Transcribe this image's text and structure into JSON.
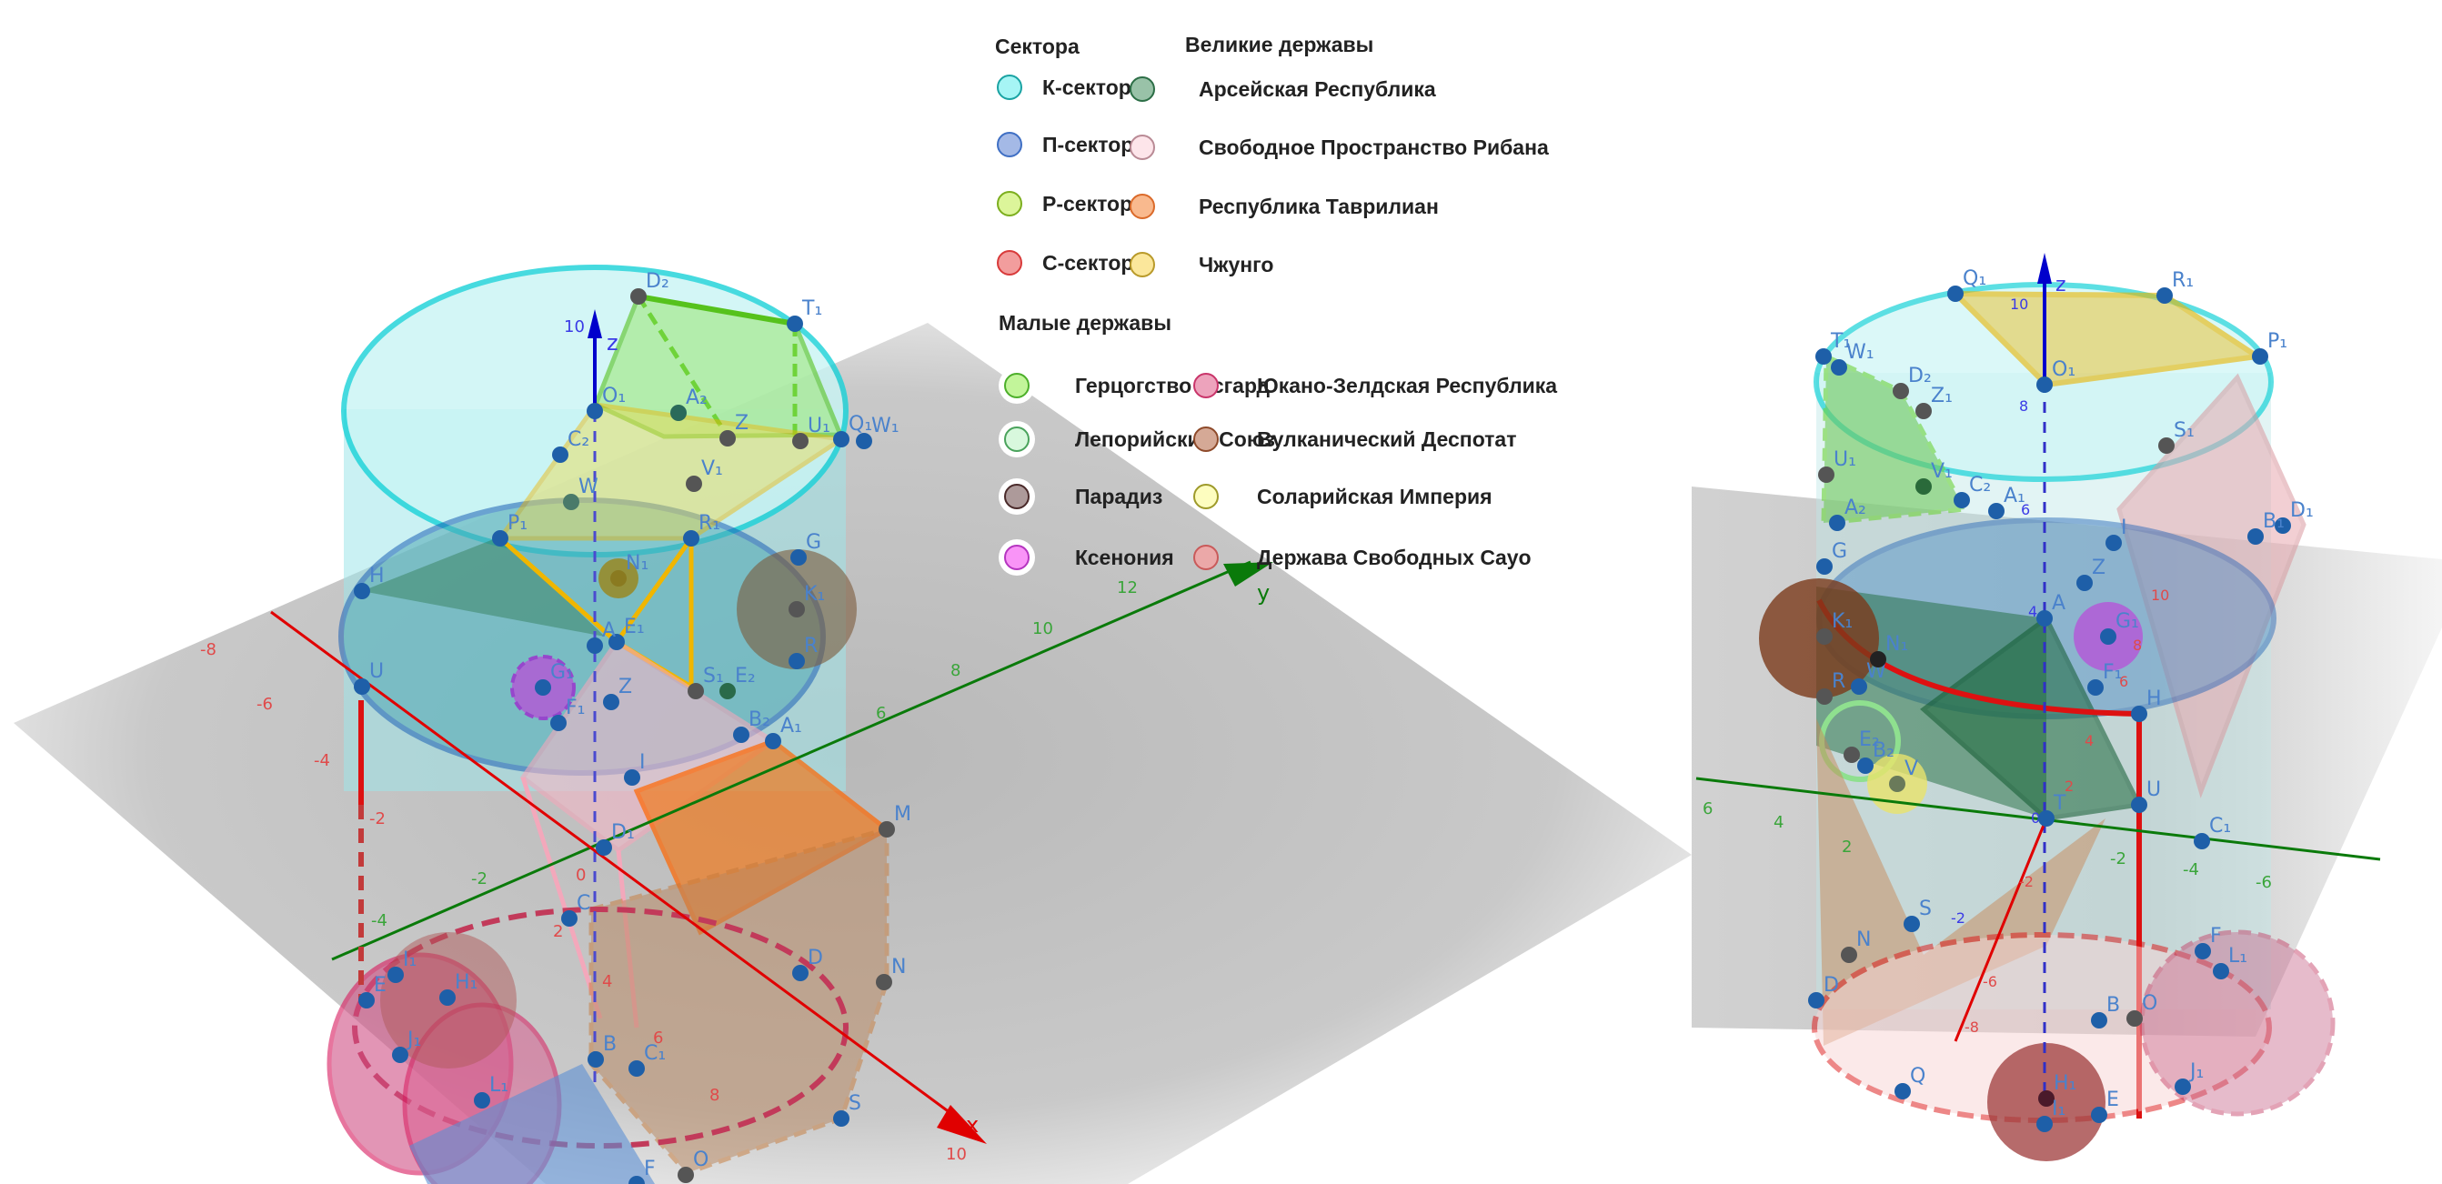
{
  "legend": {
    "sectors": {
      "title": "Сектора",
      "items": [
        {
          "label": "К-сектор",
          "fill": "#a6f5f5",
          "stroke": "#1aa3a3"
        },
        {
          "label": "П-сектор",
          "fill": "#a4b9e6",
          "stroke": "#3f6fc4"
        },
        {
          "label": "Р-сектор",
          "fill": "#dcf59a",
          "stroke": "#7cae1e"
        },
        {
          "label": "С-сектор",
          "fill": "#f29d9d",
          "stroke": "#d83a3a"
        }
      ]
    },
    "great_powers": {
      "title": "Великие державы",
      "items": [
        {
          "label": "Арсейская Республика",
          "fill": "#99c2a8",
          "stroke": "#2c6e46"
        },
        {
          "label": "Свободное Пространство Рибана",
          "fill": "#fde5ea",
          "stroke": "#b98a95"
        },
        {
          "label": "Республика Таврилиан",
          "fill": "#f9b98e",
          "stroke": "#db6a2a"
        },
        {
          "label": "Чжунго",
          "fill": "#fbe79b",
          "stroke": "#b99a2a"
        }
      ]
    },
    "minor_powers": {
      "title": "Малые державы",
      "left": [
        {
          "label": "Герцогство Асгард",
          "fill": "#c2f59a",
          "stroke": "#4caf2a"
        },
        {
          "label": "Лепорийский Союз",
          "fill": "#d8f8dd",
          "stroke": "#4aa35c"
        },
        {
          "label": "Парадиз",
          "fill": "#ad9a9a",
          "stroke": "#4a2a2a"
        },
        {
          "label": "Ксенония",
          "fill": "#f994f7",
          "stroke": "#b535c0"
        }
      ],
      "right": [
        {
          "label": "Юкано-Зелдская Республика",
          "fill": "#eda3bc",
          "stroke": "#c9356a"
        },
        {
          "label": "Вулканический Деспотат",
          "fill": "#d5a996",
          "stroke": "#8e4a2a"
        },
        {
          "label": "Соларийская Империя",
          "fill": "#fdfdbf",
          "stroke": "#9e9a2a"
        },
        {
          "label": "Держава Свободных Cayo",
          "fill": "#eba8a8",
          "stroke": "#c95a5a"
        }
      ]
    }
  },
  "views": {
    "left": {
      "axis_labels": {
        "x": "x",
        "y": "y",
        "z": "z"
      },
      "z_ticks": [
        "10"
      ],
      "y_ticks": [
        "-4",
        "-2",
        "6",
        "8",
        "10",
        "12"
      ],
      "x_ticks": [
        "-8",
        "-6",
        "-4",
        "-2",
        "0",
        "2",
        "4",
        "6",
        "8",
        "10"
      ],
      "z_axis_small": [
        "4",
        "6",
        "0",
        "-2"
      ],
      "points": [
        "D₂",
        "T₁",
        "O₁",
        "A₂",
        "Z",
        "U₁",
        "Q₁",
        "W₁",
        "C₂",
        "V₁",
        "W",
        "P₁",
        "R₁",
        "N₁",
        "G",
        "H",
        "E₁",
        "A",
        "K₁",
        "R",
        "G₁",
        "U",
        "S₁",
        "E₂",
        "Z",
        "F₁",
        "B₂",
        "A₁",
        "I",
        "D₁",
        "M",
        "C",
        "D",
        "N",
        "I₁",
        "H₁",
        "E",
        "J₁",
        "L₁",
        "B",
        "C₁",
        "S",
        "O",
        "F"
      ]
    },
    "right": {
      "axis_labels": {
        "z": "z"
      },
      "z_ticks": [
        "10",
        "8",
        "6",
        "4",
        "0",
        "-2"
      ],
      "y_ticks": [
        "6",
        "4",
        "2",
        "-2",
        "-4",
        "-6"
      ],
      "x_ticks": [
        "10",
        "8",
        "6",
        "4",
        "2",
        "-2",
        "-6",
        "-8"
      ],
      "points": [
        "Q₁",
        "R₁",
        "P₁",
        "T₁",
        "W₁",
        "D₂",
        "Z₁",
        "O₁",
        "S₁",
        "U₁",
        "V₁",
        "A₂",
        "C₂",
        "A₁",
        "D₁",
        "I",
        "B₁",
        "G",
        "K₁",
        "R",
        "W",
        "N₁",
        "A",
        "Z",
        "G₁",
        "F₁",
        "H",
        "E₂",
        "B₂",
        "V",
        "U",
        "T",
        "C₁",
        "N",
        "S",
        "D",
        "F",
        "L₁",
        "B",
        "O",
        "Q",
        "H₁",
        "I₁",
        "J₁",
        "E"
      ]
    }
  }
}
